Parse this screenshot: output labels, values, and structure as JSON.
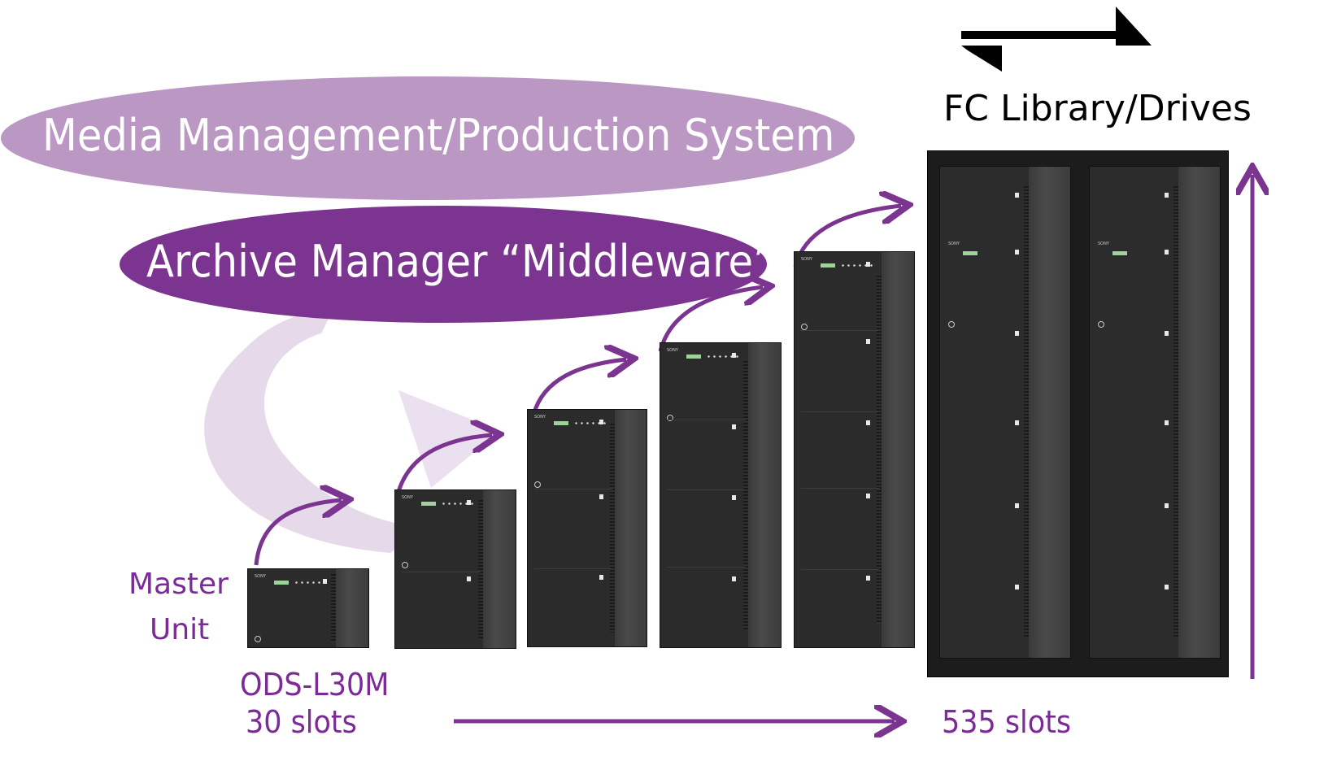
{
  "ellipses": {
    "media_management": "Media Management/Production System",
    "archive_manager": "Archive Manager “Middleware”"
  },
  "labels": {
    "master_line1": "Master",
    "master_line2": "Unit",
    "model": "ODS-L30M",
    "slots_start": "30 slots",
    "slots_end": "535 slots",
    "fc_library": "FC Library/Drives"
  },
  "colors": {
    "purple_dark": "#7b3590",
    "purple_light": "#bb98c4",
    "purple_faint": "#e8dded",
    "text_purple": "#7a2b96",
    "rack_black": "#2b2b2b"
  },
  "units": [
    {
      "name": "unit-1",
      "modules": 1
    },
    {
      "name": "unit-2",
      "modules": 2
    },
    {
      "name": "unit-3",
      "modules": 3
    },
    {
      "name": "unit-4",
      "modules": 4
    },
    {
      "name": "unit-5",
      "modules": 5
    },
    {
      "name": "fc-library-rack",
      "modules": 6,
      "bays": 2
    }
  ],
  "brand_text": "SONY"
}
